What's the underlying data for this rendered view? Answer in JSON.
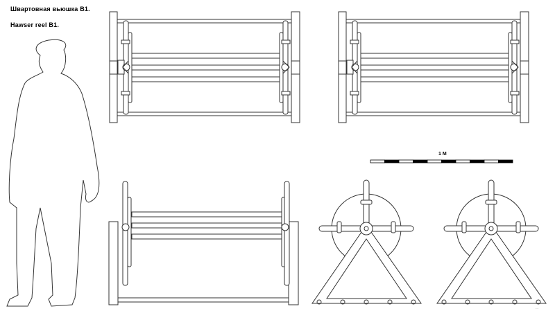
{
  "title_ru": "Швартовная вьюшка  В1.",
  "title_en": "Hawser reel  B1.",
  "scale_bar": {
    "label": "1 M",
    "segments": 10
  },
  "fine_print": "…"
}
